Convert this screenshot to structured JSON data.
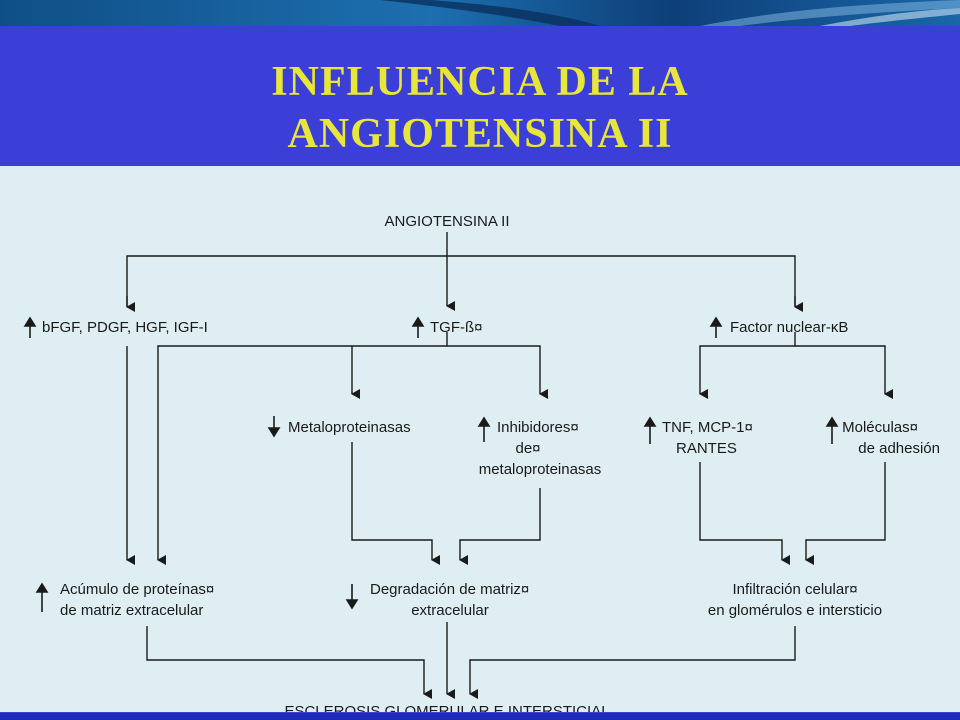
{
  "slide": {
    "title_line1": "INFLUENCIA DE LA",
    "title_line2": "ANGIOTENSINA II"
  },
  "diagram": {
    "root": "ANGIOTENSINA II",
    "level1": {
      "left": "bFGF, PDGF, HGF, IGF-I",
      "center": "TGF-ß¤",
      "right": "Factor nuclear-κB"
    },
    "level2": {
      "metaloproteinasas": "Metaloproteinasas",
      "inhibidores_line1": "Inhibidores¤",
      "inhibidores_line2": "de¤",
      "inhibidores_line3": "metaloproteinasas",
      "tnf_line1": "TNF, MCP-1¤",
      "tnf_line2": "RANTES",
      "moleculas_line1": "Moléculas¤",
      "moleculas_line2": "de adhesión"
    },
    "level3": {
      "acumulo_line1": "Acúmulo de proteínas¤",
      "acumulo_line2": "de matriz extracelular",
      "degradacion_line1": "Degradación de matriz¤",
      "degradacion_line2": "extracelular",
      "infiltracion_line1": "Infiltración celular¤",
      "infiltracion_line2": "en glomérulos e intersticio"
    },
    "outcome": "ESCLEROSIS GLOMERULAR E INTERSTICIAL",
    "indicators": {
      "increase": "up-arrow-icon",
      "decrease": "down-arrow-icon"
    }
  },
  "colors": {
    "slide_background": "#3b3fd8",
    "title": "#e8e63a",
    "panel": "#dfeef2",
    "lines": "#1a1a1a"
  }
}
